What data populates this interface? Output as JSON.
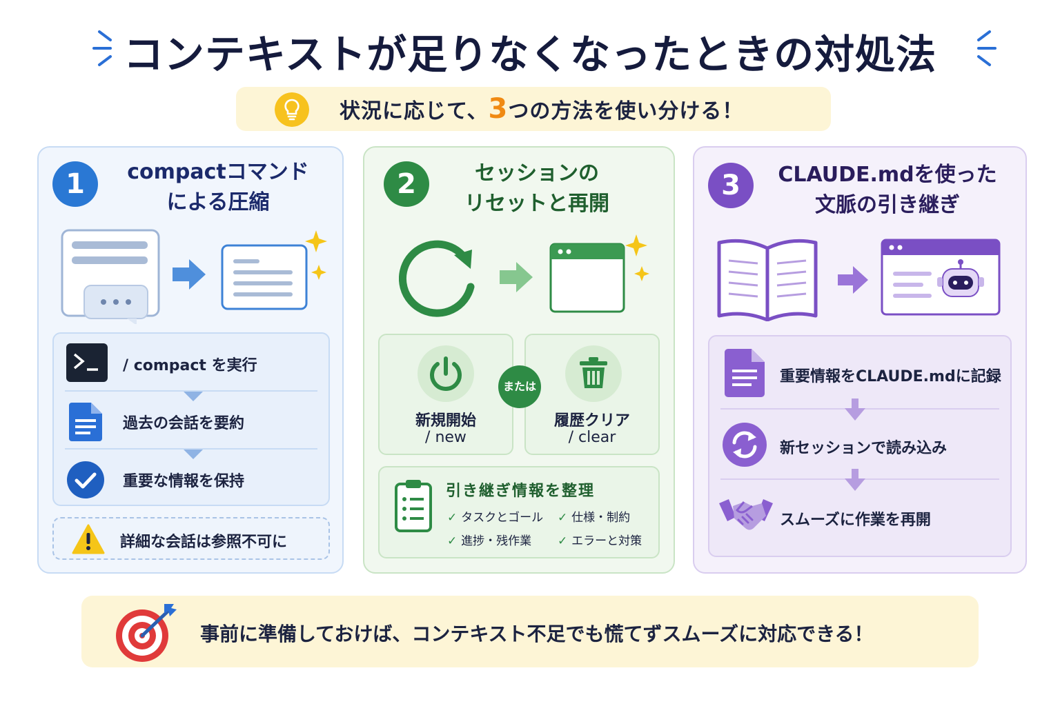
{
  "title": "コンテキストが足りなくなったときの対処法",
  "subtitle": {
    "before": "状況に応じて、",
    "number": "3",
    "after": "つの方法を使い分ける！"
  },
  "methods": [
    {
      "number": "1",
      "title_line1": "compactコマンド",
      "title_line2": "による圧縮",
      "color": "#2a78d4",
      "steps": [
        "/ compact を実行",
        "過去の会話を要約",
        "重要な情報を保持"
      ],
      "warning": "詳細な会話は参照不可に"
    },
    {
      "number": "2",
      "title_line1": "セッションの",
      "title_line2": "リセットと再開",
      "color": "#2e8b45",
      "option_new": {
        "label": "新規開始",
        "command": "/ new"
      },
      "option_clear": {
        "label": "履歴クリア",
        "command": "/ clear"
      },
      "or_label": "または",
      "handover_title": "引き継ぎ情報を整理",
      "handover_items": [
        "タスクとゴール",
        "仕様・制約",
        "進捗・残作業",
        "エラーと対策"
      ]
    },
    {
      "number": "3",
      "title_line1": "CLAUDE.mdを使った",
      "title_line2": "文脈の引き継ぎ",
      "color": "#7a4fc4",
      "steps": [
        "重要情報をCLAUDE.mdに記録",
        "新セッションで読み込み",
        "スムーズに作業を再開"
      ]
    }
  ],
  "bottom_message": "事前に準備しておけば、コンテキスト不足でも慌てずスムーズに対応できる！",
  "icons": {
    "title_deco": "sparkle-lines-icon",
    "subtitle": "lightbulb-icon",
    "bottom": "target-arrow-icon"
  },
  "colors": {
    "blue": "#2a78d4",
    "green": "#2e8b45",
    "purple": "#7a4fc4",
    "accent_orange": "#f08a12",
    "banner_bg": "#fdf5d6"
  }
}
